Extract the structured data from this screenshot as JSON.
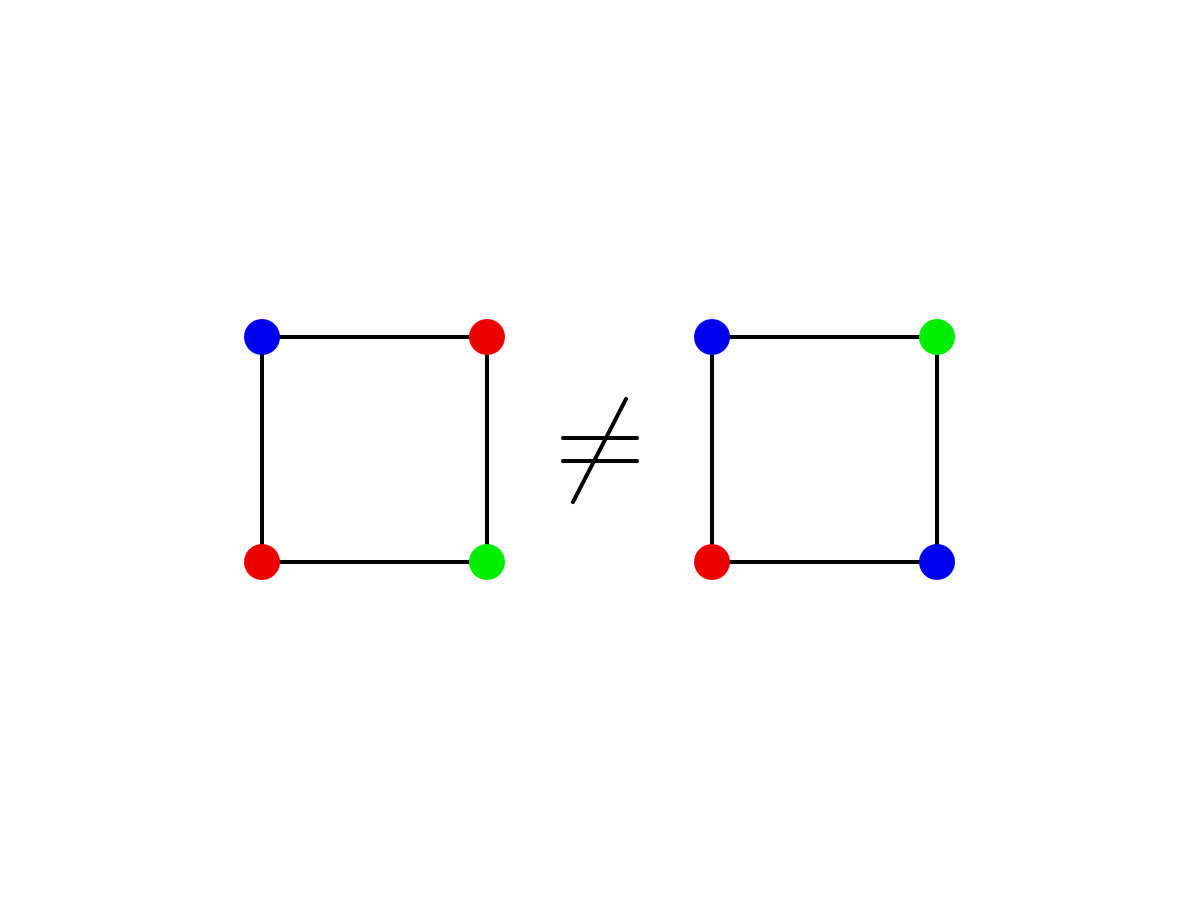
{
  "diagram": {
    "graphs": [
      {
        "id": "left-graph",
        "vertices": [
          {
            "position": "top-left",
            "color": "#0000ee"
          },
          {
            "position": "top-right",
            "color": "#ee0000"
          },
          {
            "position": "bottom-left",
            "color": "#ee0000"
          },
          {
            "position": "bottom-right",
            "color": "#00ee00"
          }
        ],
        "edges": [
          [
            "top-left",
            "top-right"
          ],
          [
            "top-right",
            "bottom-right"
          ],
          [
            "bottom-right",
            "bottom-left"
          ],
          [
            "bottom-left",
            "top-left"
          ]
        ]
      },
      {
        "id": "right-graph",
        "vertices": [
          {
            "position": "top-left",
            "color": "#0000ee"
          },
          {
            "position": "top-right",
            "color": "#00ee00"
          },
          {
            "position": "bottom-left",
            "color": "#ee0000"
          },
          {
            "position": "bottom-right",
            "color": "#0000ee"
          }
        ],
        "edges": [
          [
            "top-left",
            "top-right"
          ],
          [
            "top-right",
            "bottom-right"
          ],
          [
            "bottom-right",
            "bottom-left"
          ],
          [
            "bottom-left",
            "top-left"
          ]
        ]
      }
    ],
    "relation": "not-equal",
    "relation_symbol": "≠",
    "edge_color": "#000000",
    "background_color": "#fdfdfd"
  }
}
